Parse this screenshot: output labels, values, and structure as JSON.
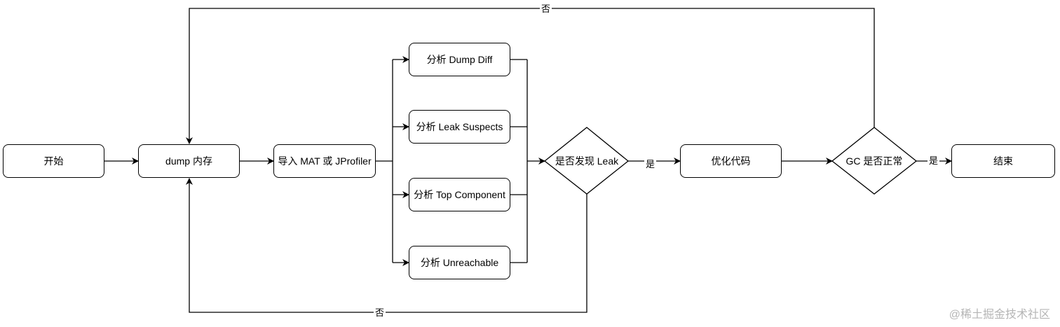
{
  "nodes": {
    "start": "开始",
    "dump": "dump 内存",
    "import": "导入 MAT 或 JProfiler",
    "dump_diff": "分析 Dump Diff",
    "leak_suspects": "分析 Leak Suspects",
    "top_component": "分析 Top Component",
    "unreachable": "分析 Unreachable",
    "find_leak": "是否发现 Leak",
    "optimize": "优化代码",
    "gc_normal": "GC 是否正常",
    "end": "结束"
  },
  "edges": {
    "yes_leak": "是",
    "no_leak": "否",
    "yes_gc": "是",
    "no_gc": "否"
  },
  "watermark": "@稀土掘金技术社区"
}
